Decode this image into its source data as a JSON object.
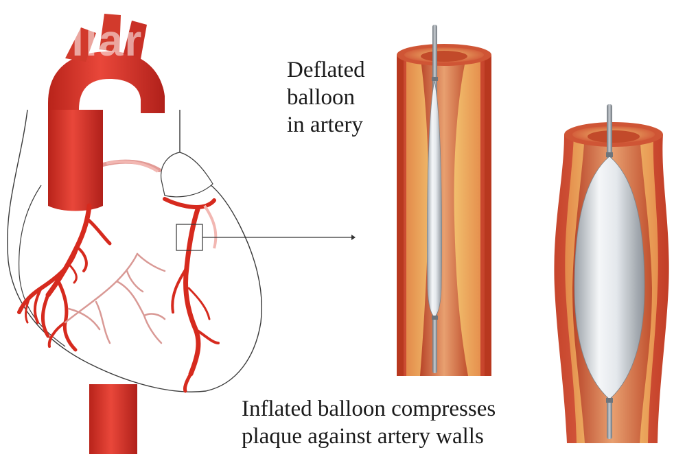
{
  "labels": {
    "deflated": [
      "Deflated",
      "balloon",
      "in artery"
    ],
    "inflated": [
      "Inflated balloon compresses",
      "plaque against artery walls"
    ]
  },
  "watermark": "dollar",
  "colors": {
    "artery_red": "#d8382b",
    "artery_dark": "#b0241a",
    "vessel_wall": "#d65a3c",
    "plaque": "#f0c060",
    "balloon": "#dde2e6",
    "catheter": "#8a9096"
  }
}
